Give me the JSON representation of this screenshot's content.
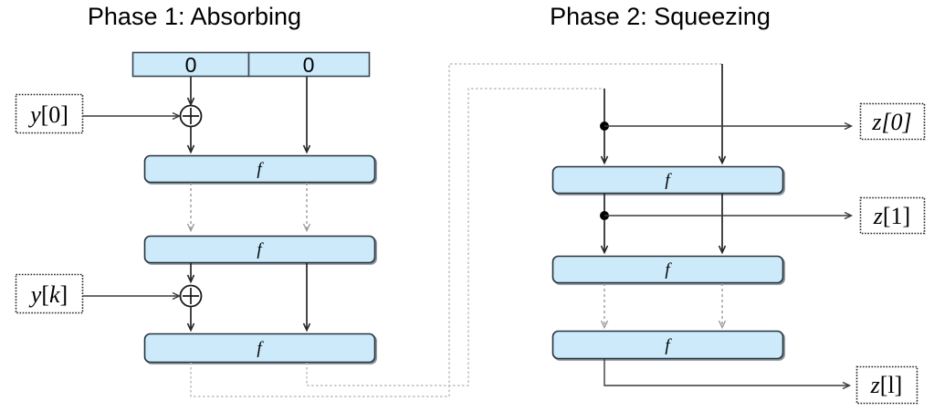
{
  "figure": {
    "kind": "sponge-construction-diagram",
    "phases": [
      {
        "id": "phase-1",
        "title": "Phase 1: Absorbing",
        "state_cells": [
          "0",
          "0"
        ],
        "permutation_label": "f",
        "permutation_count": 3,
        "inputs": [
          {
            "id": "y0",
            "label_var": "y",
            "label_index": "[0]",
            "text": "y[0]"
          },
          {
            "id": "yk",
            "label_var": "y",
            "label_index": "[k]",
            "text": "y[k]"
          }
        ],
        "xor_symbol": "+",
        "xor_count": 2
      },
      {
        "id": "phase-2",
        "title": "Phase 2: Squeezing",
        "permutation_label": "f",
        "permutation_count": 3,
        "outputs": [
          {
            "id": "z0",
            "label_var": "z",
            "label_index": "[0]",
            "text": "z[0]"
          },
          {
            "id": "z1",
            "label_var": "z",
            "label_index": "[1]",
            "text": "z[1]"
          },
          {
            "id": "zl",
            "label_var": "z",
            "label_index": "[l]",
            "text": "z[l]"
          }
        ],
        "tap_count": 2
      }
    ],
    "colors": {
      "box_fill": "#cdeafa",
      "box_stroke": "#27323c",
      "wire": "#262626",
      "dashed_wire": "#9a9a9a",
      "feedback_wire": "#bdbdbd",
      "background": "#ffffff",
      "text": "#000000"
    }
  }
}
